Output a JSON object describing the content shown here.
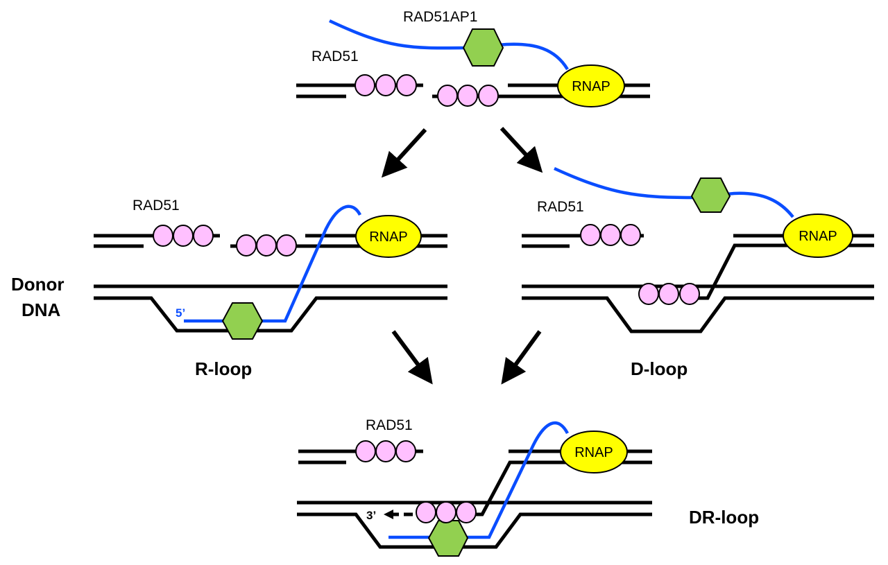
{
  "diagram": {
    "labels": {
      "rad51": "RAD51",
      "rad51ap1": "RAD51AP1",
      "rnap": "RNAP",
      "donor_line1": "Donor",
      "donor_line2": "DNA",
      "r_loop": "R-loop",
      "d_loop": "D-loop",
      "dr_loop": "DR-loop",
      "five_prime": "5’",
      "three_prime": "3’"
    },
    "colors": {
      "dna": "#000000",
      "rna": "#0a4dff",
      "rad51": "#ffc0ff",
      "rad51ap1": "#92d050",
      "rnap": "#ffff00"
    },
    "panels": [
      {
        "id": "initial",
        "components": [
          "RAD51",
          "RAD51AP1",
          "RNAP"
        ]
      },
      {
        "id": "r-loop",
        "title": "R-loop",
        "components": [
          "RAD51",
          "RAD51AP1",
          "RNAP",
          "Donor DNA"
        ]
      },
      {
        "id": "d-loop",
        "title": "D-loop",
        "components": [
          "RAD51",
          "RAD51AP1",
          "RNAP",
          "Donor DNA"
        ]
      },
      {
        "id": "dr-loop",
        "title": "DR-loop",
        "components": [
          "RAD51",
          "RAD51AP1",
          "RNAP",
          "Donor DNA"
        ]
      }
    ],
    "transitions": [
      {
        "from": "initial",
        "to": "r-loop"
      },
      {
        "from": "initial",
        "to": "d-loop"
      },
      {
        "from": "r-loop",
        "to": "dr-loop"
      },
      {
        "from": "d-loop",
        "to": "dr-loop"
      }
    ]
  }
}
